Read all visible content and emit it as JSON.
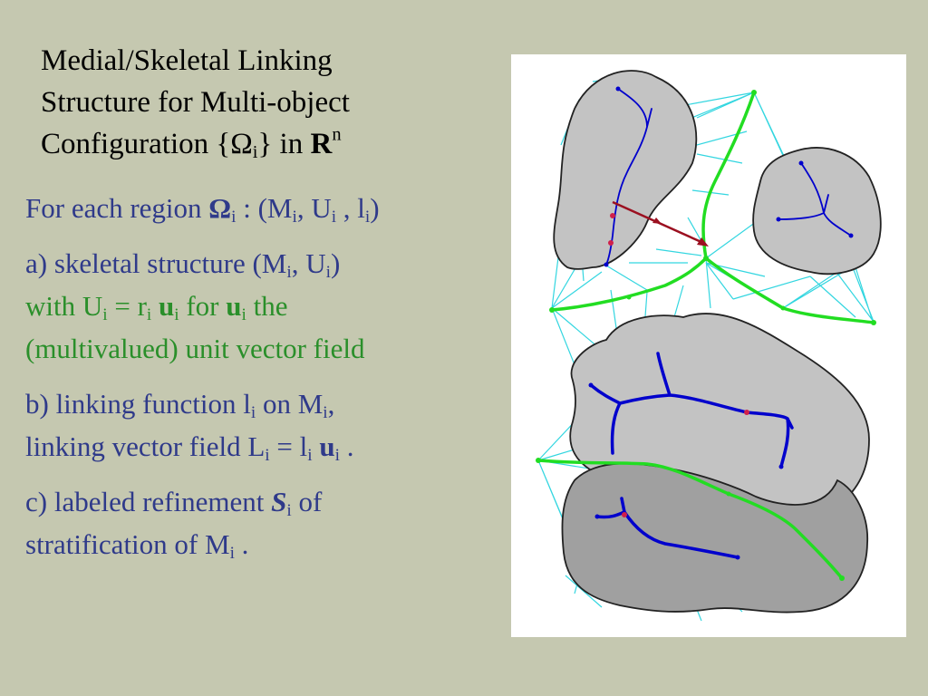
{
  "title": {
    "line1": "Medial/Skeletal Linking",
    "line2": "Structure for Multi-object",
    "line3_prefix": "Configuration {",
    "omega": "Ω",
    "sub_i": "i",
    "line3_mid": "} in ",
    "R": "R",
    "sup_n": "n"
  },
  "intro": {
    "prefix": "For each region ",
    "omega": "Ω",
    "sub_i": "i",
    "mid1": " : (M",
    "mid2": ", U",
    "mid3": " , l",
    "end": ")"
  },
  "item_a": {
    "line1_prefix": "a)  skeletal structure (M",
    "sub_i": "i",
    "line1_mid": ", U",
    "line1_end": ")",
    "line2_prefix": "with U",
    "line2_eq": " =  r",
    "line2_u": "u",
    "line2_for": " for ",
    "line2_u2": "u",
    "line2_end": " the",
    "line3": "(multivalued) unit vector field"
  },
  "item_b": {
    "line1_prefix": "b) linking function l",
    "sub_i": "i",
    "line1_mid": " on M",
    "line1_end": ",",
    "line2_prefix": "linking vector field  L",
    "line2_eq": " = l",
    "line2_u": "u",
    "line2_end": " ."
  },
  "item_c": {
    "line1_prefix": "c) labeled refinement ",
    "S": "S",
    "sub_i": "i",
    "line1_end": " of",
    "line2_prefix": "stratification of M",
    "sub_i2": "i",
    "line2_end": " ."
  },
  "colors": {
    "background": "#c5c8b0",
    "body_text": "#2f3a8a",
    "green_text": "#2a8f2a",
    "region_fill": "#c3c3c3",
    "region_fill_dark": "#9e9e9e",
    "linking_structure": "#22dd22",
    "linking_lines": "#33d6e0",
    "medial_axis": "#0000cc",
    "linking_vector": "#9b1020"
  }
}
